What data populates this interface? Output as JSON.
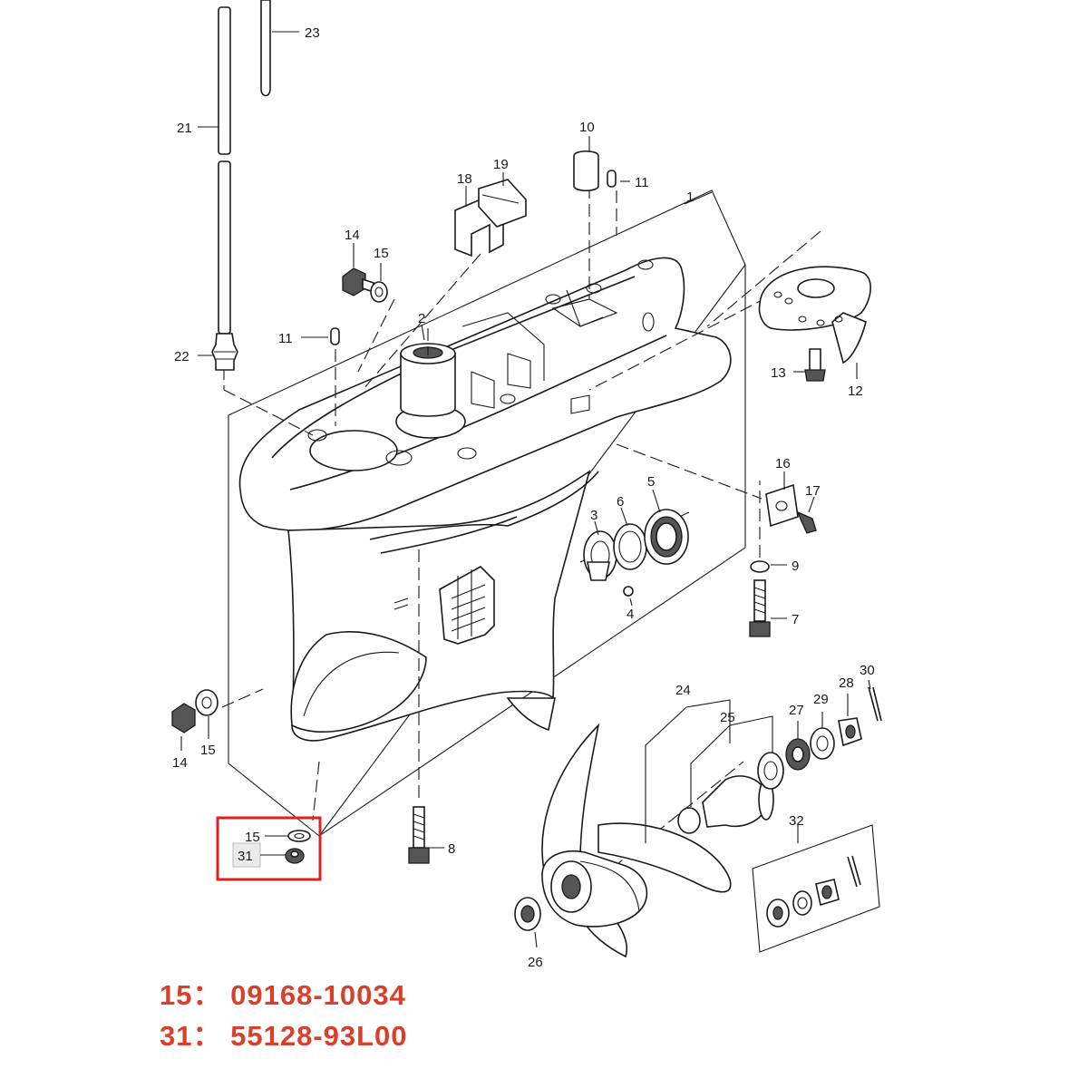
{
  "callouts": [
    {
      "num": "1"
    },
    {
      "num": "2"
    },
    {
      "num": "3"
    },
    {
      "num": "4"
    },
    {
      "num": "5"
    },
    {
      "num": "6"
    },
    {
      "num": "7"
    },
    {
      "num": "8"
    },
    {
      "num": "9"
    },
    {
      "num": "10"
    },
    {
      "num": "11"
    },
    {
      "num": "11"
    },
    {
      "num": "12"
    },
    {
      "num": "13"
    },
    {
      "num": "14"
    },
    {
      "num": "14"
    },
    {
      "num": "15"
    },
    {
      "num": "15"
    },
    {
      "num": "16"
    },
    {
      "num": "17"
    },
    {
      "num": "18"
    },
    {
      "num": "19"
    },
    {
      "num": "21"
    },
    {
      "num": "22"
    },
    {
      "num": "23"
    },
    {
      "num": "24"
    },
    {
      "num": "25"
    },
    {
      "num": "26"
    },
    {
      "num": "27"
    },
    {
      "num": "28"
    },
    {
      "num": "29"
    },
    {
      "num": "30"
    },
    {
      "num": "32"
    }
  ],
  "highlight_box": {
    "labels": [
      "15",
      "31"
    ],
    "color": "#e02020"
  },
  "parts_legend": [
    {
      "num": "15",
      "sep": "：",
      "part_no": "09168-10034"
    },
    {
      "num": "31",
      "sep": "：",
      "part_no": "55128-93L00"
    }
  ],
  "colors": {
    "legend_text": "#d9402b",
    "line_art": "#1a1a1a"
  }
}
